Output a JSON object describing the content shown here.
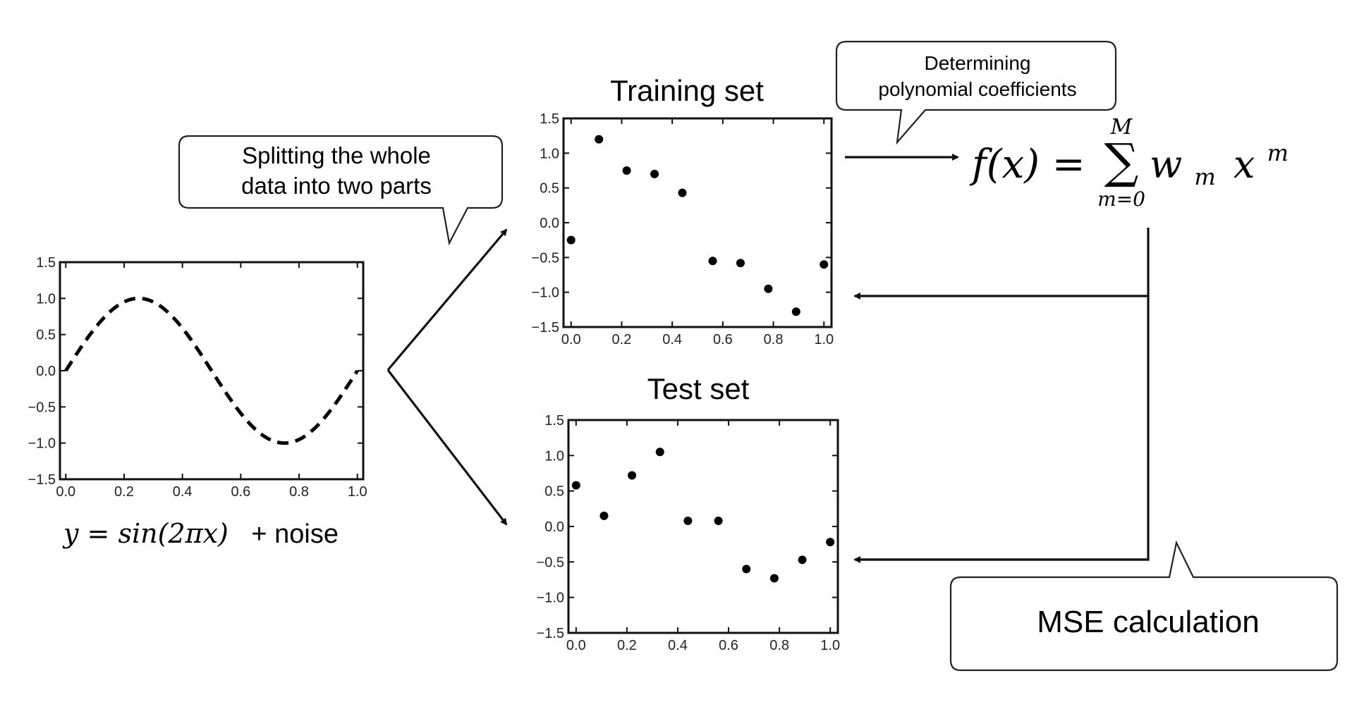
{
  "diagram": {
    "source_panel": {
      "caption_formula": "y = sin(2πx)",
      "caption_suffix": "+ noise",
      "x_ticks": [
        "0.0",
        "0.2",
        "0.4",
        "0.6",
        "0.8",
        "1.0"
      ],
      "y_ticks": [
        "1.5",
        "1.0",
        "0.5",
        "0.0",
        "−0.5",
        "−1.0",
        "−1.5"
      ]
    },
    "callout_split": {
      "line1": "Splitting the whole",
      "line2": "data into two parts"
    },
    "training_panel": {
      "title": "Training set",
      "x_ticks": [
        "0.0",
        "0.2",
        "0.4",
        "0.6",
        "0.8",
        "1.0"
      ],
      "y_ticks": [
        "1.5",
        "1.0",
        "0.5",
        "0.0",
        "−0.5",
        "−1.0",
        "−1.5"
      ]
    },
    "test_panel": {
      "title": "Test set",
      "x_ticks": [
        "0.0",
        "0.2",
        "0.4",
        "0.6",
        "0.8",
        "1.0"
      ],
      "y_ticks": [
        "1.5",
        "1.0",
        "0.5",
        "0.0",
        "−0.5",
        "−1.0",
        "−1.5"
      ]
    },
    "callout_coeff": {
      "line1": "Determining",
      "line2": "polynomial coefficients"
    },
    "formula": {
      "lhs": "f(x) =",
      "sum_symbol": "∑",
      "upper_limit": "M",
      "lower_limit": "m=0",
      "term_w": "w",
      "term_w_sub": "m",
      "term_x": "x",
      "term_x_sup": "m"
    },
    "callout_mse": {
      "label": "MSE calculation"
    },
    "colors": {
      "ink": "#000000",
      "background": "#ffffff"
    }
  },
  "chart_data": [
    {
      "type": "line",
      "name_ref": "source",
      "function": "sin(2πx)",
      "style": "dashed",
      "x_range": [
        0.0,
        1.0
      ],
      "xlim": [
        -0.02,
        1.02
      ],
      "ylim": [
        -1.5,
        1.5
      ],
      "x_ticks": [
        0.0,
        0.2,
        0.4,
        0.6,
        0.8,
        1.0
      ],
      "y_ticks": [
        1.5,
        1.0,
        0.5,
        0.0,
        -0.5,
        -1.0,
        -1.5
      ]
    },
    {
      "type": "scatter",
      "name_ref": "training",
      "title": "Training set",
      "xlim": [
        -0.03,
        1.03
      ],
      "ylim": [
        -1.5,
        1.5
      ],
      "x_ticks": [
        0.0,
        0.2,
        0.4,
        0.6,
        0.8,
        1.0
      ],
      "y_ticks": [
        1.5,
        1.0,
        0.5,
        0.0,
        -0.5,
        -1.0,
        -1.5
      ],
      "x": [
        0.0,
        0.11,
        0.22,
        0.33,
        0.44,
        0.56,
        0.67,
        0.78,
        0.89,
        1.0
      ],
      "y": [
        -0.25,
        1.2,
        0.75,
        0.7,
        0.43,
        -0.55,
        -0.58,
        -0.95,
        -1.28,
        -0.6
      ]
    },
    {
      "type": "scatter",
      "name_ref": "test",
      "title": "Test set",
      "xlim": [
        -0.03,
        1.03
      ],
      "ylim": [
        -1.5,
        1.5
      ],
      "x_ticks": [
        0.0,
        0.2,
        0.4,
        0.6,
        0.8,
        1.0
      ],
      "y_ticks": [
        1.5,
        1.0,
        0.5,
        0.0,
        -0.5,
        -1.0,
        -1.5
      ],
      "x": [
        0.0,
        0.11,
        0.22,
        0.33,
        0.44,
        0.56,
        0.67,
        0.78,
        0.89,
        1.0
      ],
      "y": [
        0.58,
        0.15,
        0.72,
        1.05,
        0.08,
        0.08,
        -0.6,
        -0.73,
        -0.47,
        -0.22
      ]
    }
  ]
}
